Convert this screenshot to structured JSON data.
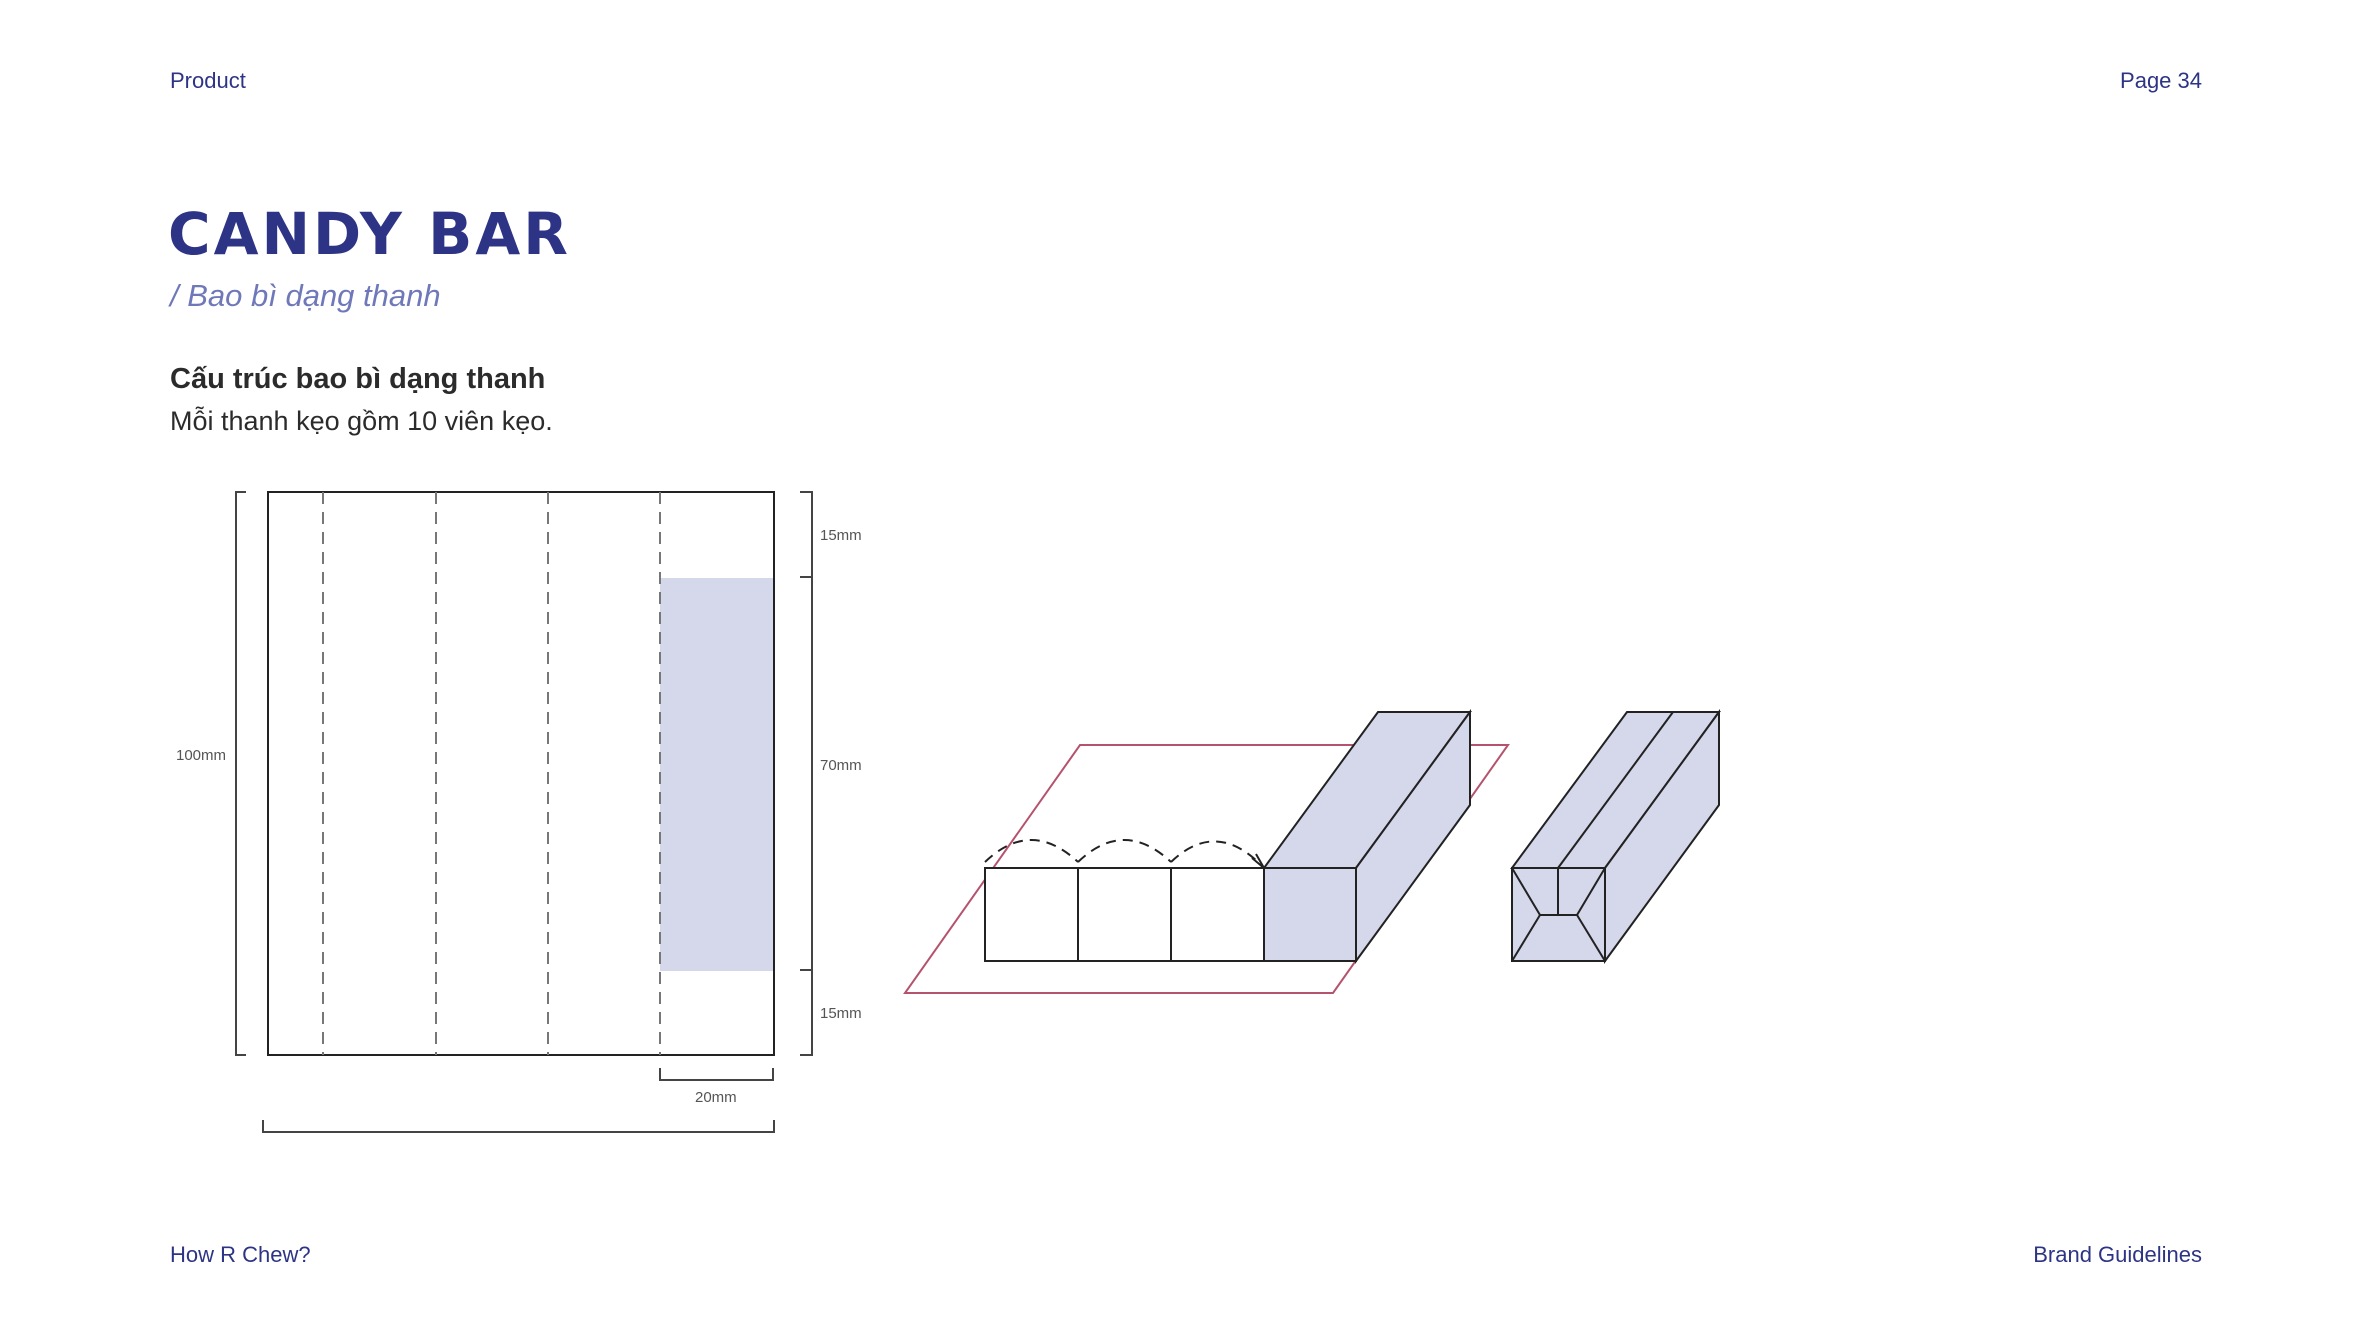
{
  "header": {
    "section": "Product",
    "page": "Page 34"
  },
  "title": "CANDY BAR",
  "subtitle": "/ Bao bì dạng thanh",
  "section": {
    "heading": "Cấu trúc bao bì dạng thanh",
    "description": "Mỗi thanh kẹo gồm 10 viên kẹo."
  },
  "dimensions": {
    "height_total": "100mm",
    "top_margin": "15mm",
    "middle": "70mm",
    "bottom_margin": "15mm",
    "panel_width": "20mm"
  },
  "footer": {
    "brand": "How R Chew?",
    "document": "Brand Guidelines"
  },
  "colors": {
    "navy": "#2e3485",
    "lavender": "#d5d7eb",
    "subtitle": "#6f78b8",
    "outline_red": "#b5536e"
  }
}
